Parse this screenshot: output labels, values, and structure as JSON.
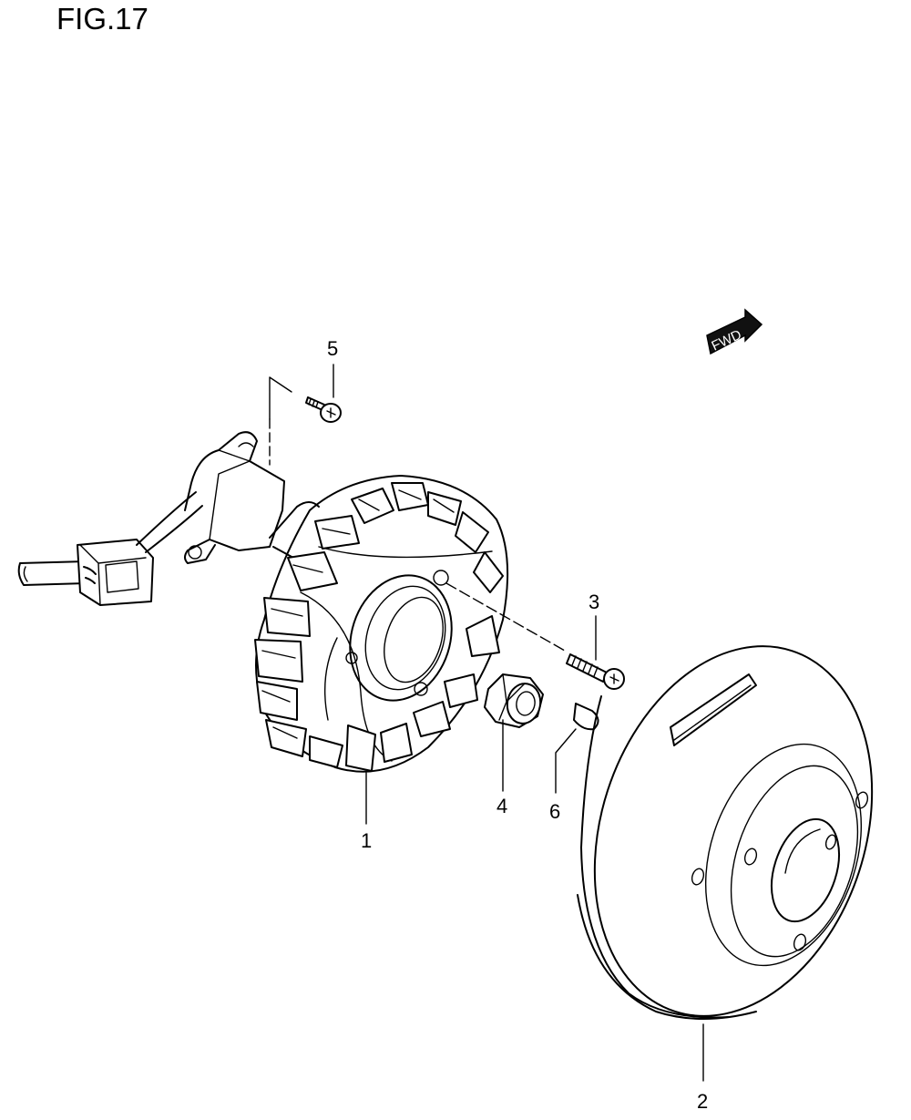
{
  "figure": {
    "title": "FIG.17"
  },
  "fwd_badge": {
    "label": "FWD"
  },
  "callouts": [
    {
      "number": "1"
    },
    {
      "number": "2"
    },
    {
      "number": "3"
    },
    {
      "number": "4"
    },
    {
      "number": "5"
    },
    {
      "number": "6"
    }
  ]
}
